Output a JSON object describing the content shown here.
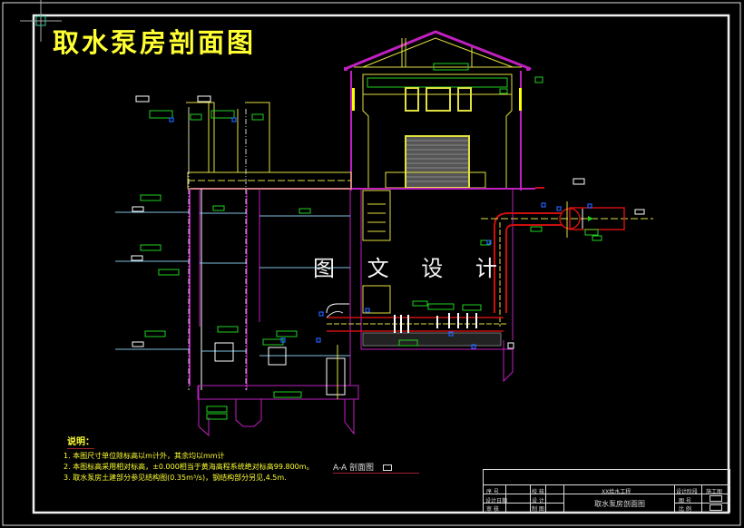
{
  "drawing": {
    "title": "取水泵房剖面图",
    "watermark": "图 文 设 计",
    "section_label": "A-A 剖面图",
    "colors": {
      "background": "#000000",
      "frame": "#f0f0f0",
      "title": "#ffff33",
      "walls": "#c020c0",
      "structure": "#e0e040",
      "annotations": "#20d020",
      "pipes": "#cc1010",
      "water_level": "#80c0e0",
      "tags": "#2060ff"
    }
  },
  "notes": {
    "heading": "说明：",
    "items": [
      "1. 本图尺寸单位除标高以m计外，其余均以mm计",
      "2. 本图标高采用相对标高，±0.000相当于黄海高程系统绝对标高99.800m。",
      "3. 取水泵房土建部分参见结构图(0.35m³/s)，钢结构部分另见,4.5m."
    ]
  },
  "title_block": {
    "project": "XX给水工程",
    "drawing_name": "取水泵房剖面图",
    "left_labels": [
      "序 号",
      "设计日期",
      "审 核"
    ],
    "mid_labels": [
      "校 核",
      "设 计",
      "制 图"
    ],
    "right_labels": [
      "设计阶段",
      "图 号",
      "比 例"
    ],
    "right_values": [
      "施工图",
      "",
      ""
    ]
  },
  "cursor": {
    "type": "crosshair"
  }
}
